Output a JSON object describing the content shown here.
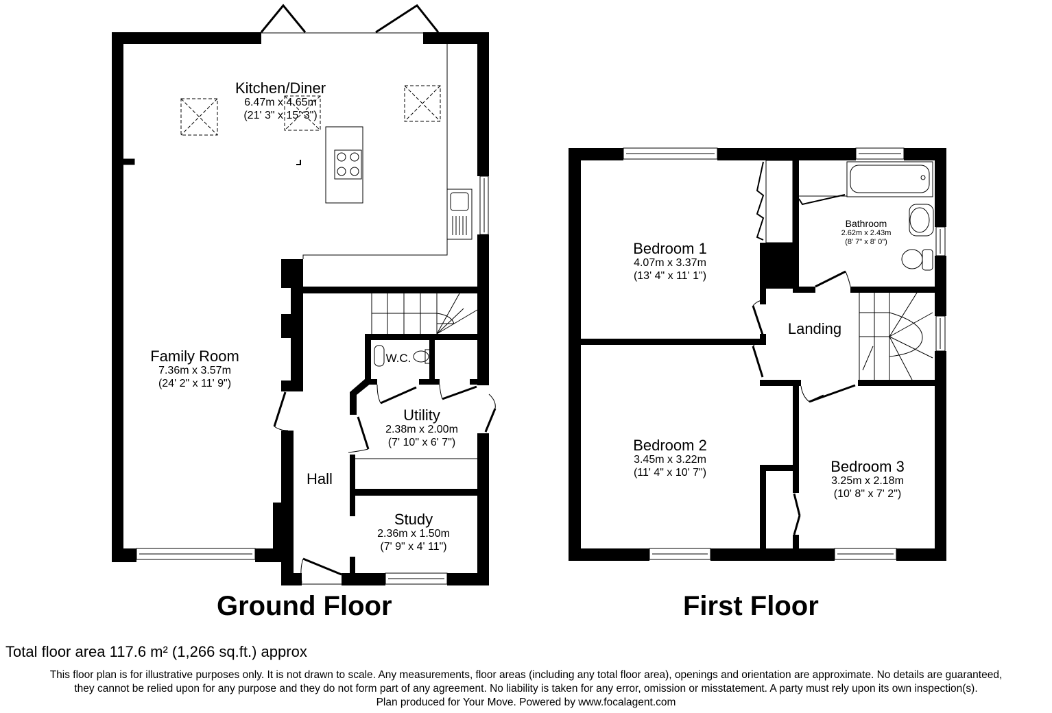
{
  "floors": [
    {
      "title": "Ground Floor",
      "rooms": [
        {
          "name": "Kitchen/Diner",
          "metric": "6.47m x 4.65m",
          "imperial": "(21' 3\" x 15' 3\")"
        },
        {
          "name": "Family Room",
          "metric": "7.36m x 3.57m",
          "imperial": "(24' 2\" x 11' 9\")"
        },
        {
          "name": "W.C.",
          "metric": "",
          "imperial": ""
        },
        {
          "name": "Utility",
          "metric": "2.38m x 2.00m",
          "imperial": "(7' 10\" x 6' 7\")"
        },
        {
          "name": "Hall",
          "metric": "",
          "imperial": ""
        },
        {
          "name": "Study",
          "metric": "2.36m x 1.50m",
          "imperial": "(7' 9\" x 4' 11\")"
        }
      ]
    },
    {
      "title": "First Floor",
      "rooms": [
        {
          "name": "Bedroom 1",
          "metric": "4.07m x 3.37m",
          "imperial": "(13' 4\" x 11' 1\")"
        },
        {
          "name": "Bathroom",
          "metric": "2.62m x 2.43m",
          "imperial": "(8' 7\" x 8' 0\")"
        },
        {
          "name": "Landing",
          "metric": "",
          "imperial": ""
        },
        {
          "name": "Bedroom 2",
          "metric": "3.45m x 3.22m",
          "imperial": "(11' 4\" x 10' 7\")"
        },
        {
          "name": "Bedroom 3",
          "metric": "3.25m x 2.18m",
          "imperial": "(10' 8\" x 7' 2\")"
        }
      ]
    }
  ],
  "total_area": "Total floor area 117.6 m² (1,266 sq.ft.) approx",
  "disclaimer": [
    "This floor plan is for illustrative purposes only. It is not drawn to scale. Any measurements, floor areas (including any total floor area), openings and orientation are approximate. No details are guaranteed,",
    "they cannot be relied upon for any purpose and they do not form part of any agreement. No liability is taken for any error, omission or misstatement. A party must rely upon its own inspection(s).",
    "Plan produced for Your Move. Powered by www.focalagent.com"
  ],
  "colors": {
    "wall": "#000000",
    "background": "#ffffff",
    "fixture_line": "#333333"
  }
}
